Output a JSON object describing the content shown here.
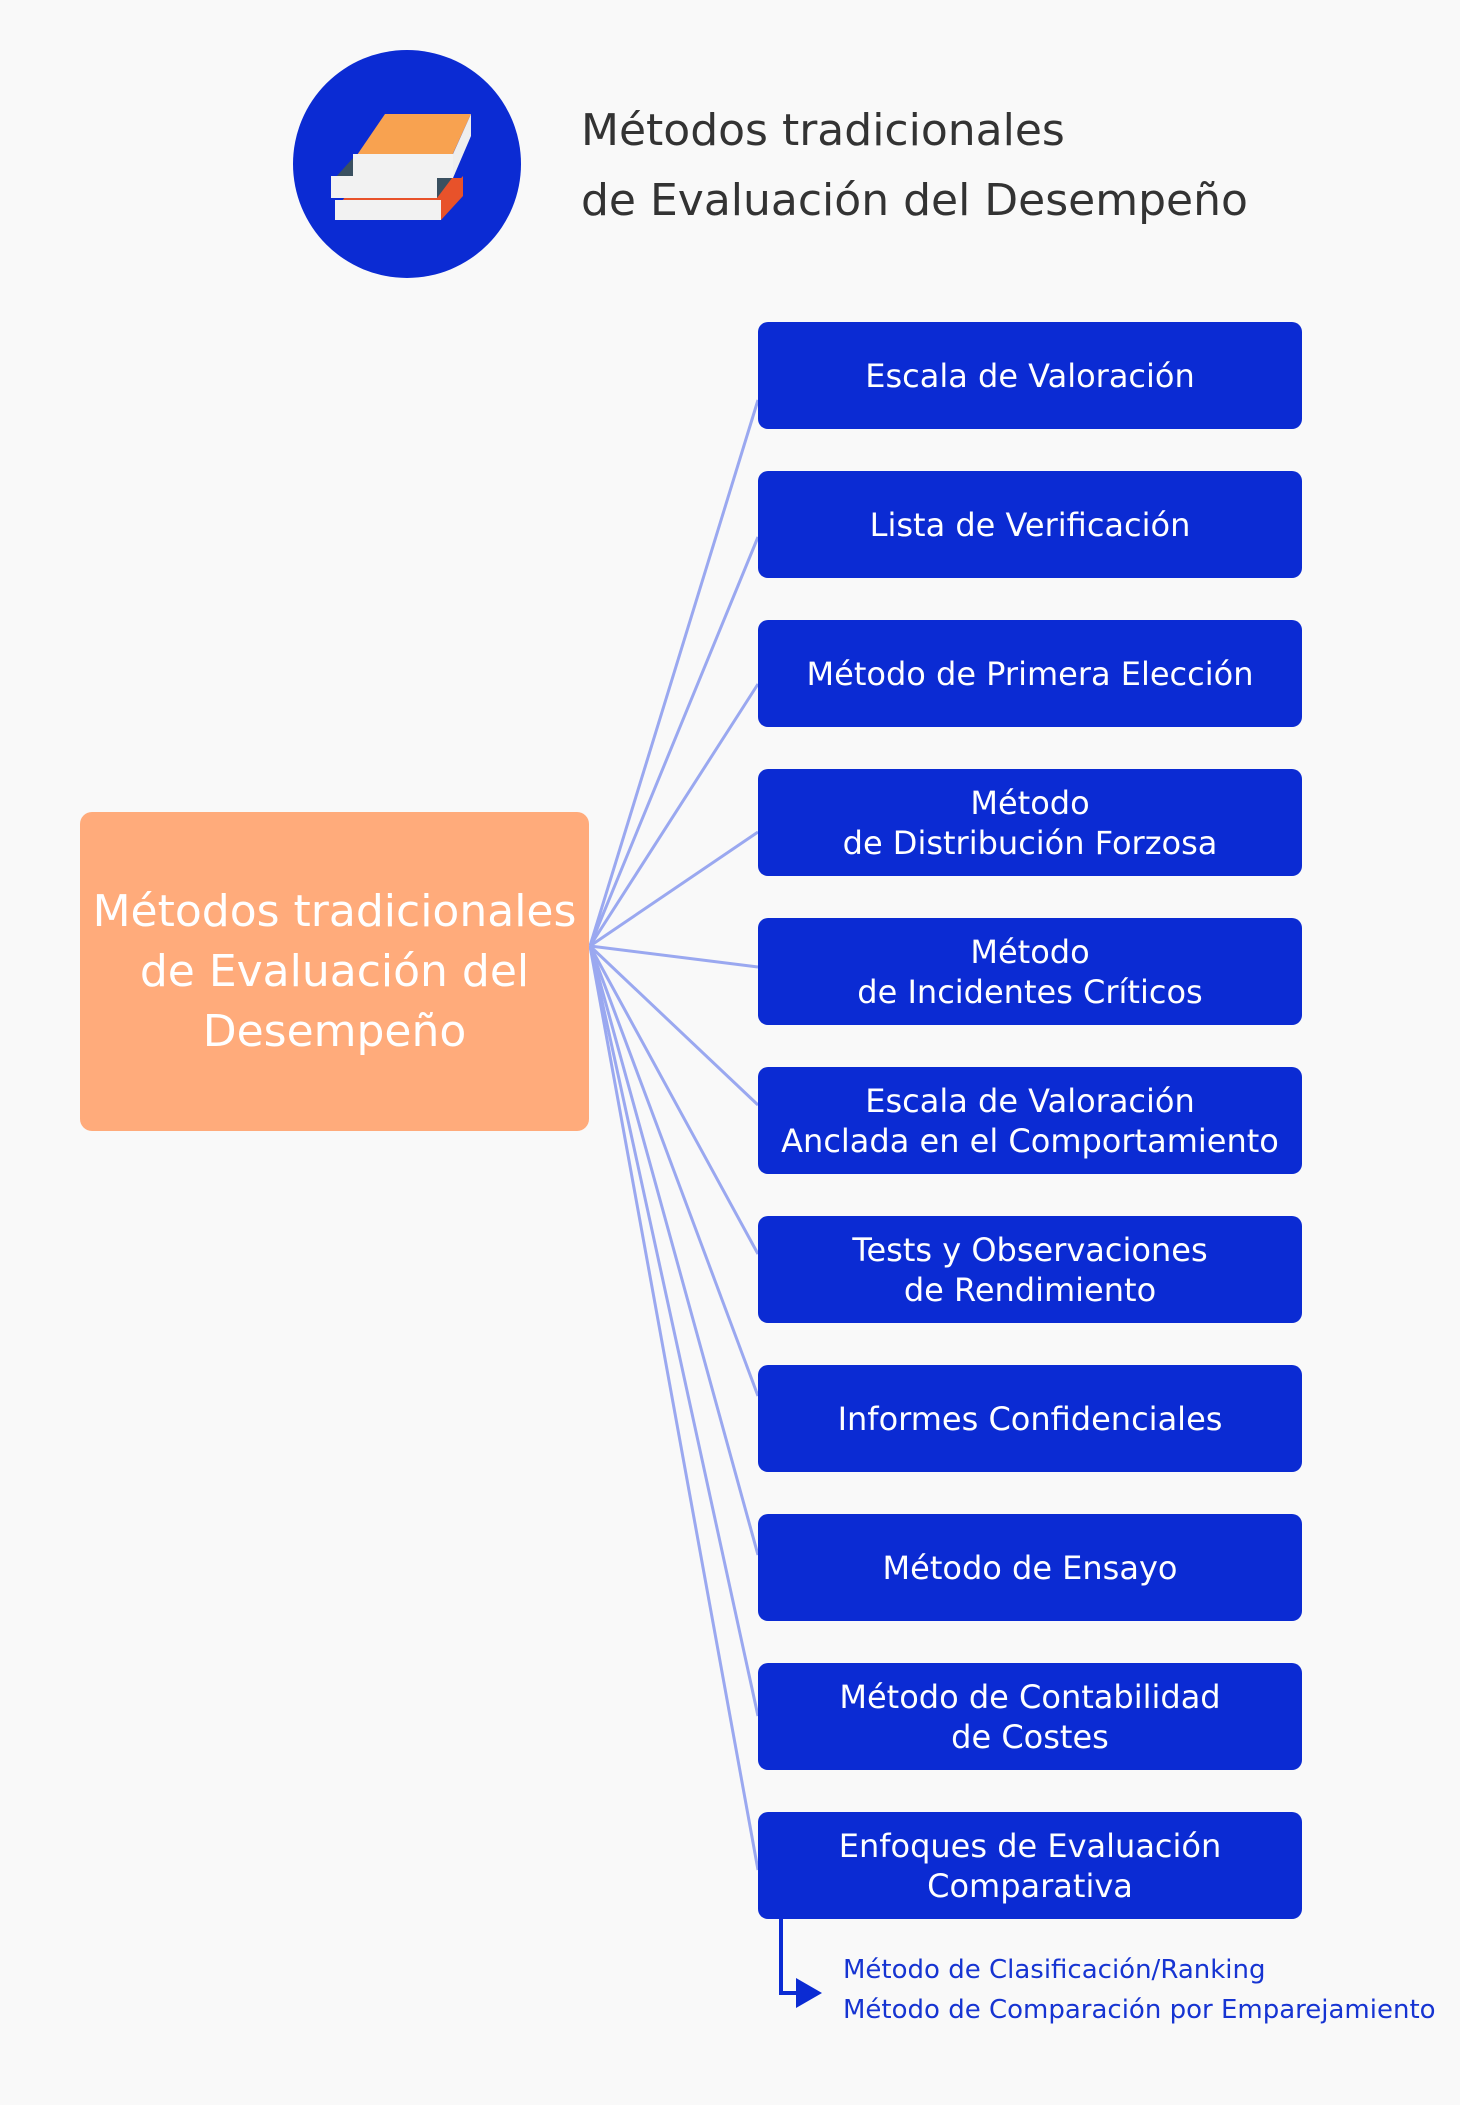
{
  "header": {
    "title_lines": [
      "Métodos tradicionales",
      "de Evaluación del Desempeño"
    ],
    "icon": "books-icon"
  },
  "center": {
    "lines": [
      "Métodos tradicionales",
      "de Evaluación del",
      "Desempeño"
    ]
  },
  "methods": [
    {
      "lines": [
        "Escala de Valoración"
      ]
    },
    {
      "lines": [
        "Lista de Verificación"
      ]
    },
    {
      "lines": [
        "Método de Primera Elección"
      ]
    },
    {
      "lines": [
        "Método",
        "de Distribución Forzosa"
      ]
    },
    {
      "lines": [
        "Método",
        "de Incidentes Críticos"
      ]
    },
    {
      "lines": [
        "Escala de Valoración",
        "Anclada en el Comportamiento"
      ]
    },
    {
      "lines": [
        "Tests y Observaciones",
        "de Rendimiento"
      ]
    },
    {
      "lines": [
        "Informes Confidenciales"
      ]
    },
    {
      "lines": [
        "Método de Ensayo"
      ]
    },
    {
      "lines": [
        "Método de Contabilidad",
        "de Costes"
      ]
    },
    {
      "lines": [
        "Enfoques de Evaluación",
        "Comparativa"
      ]
    }
  ],
  "sub_methods": [
    "Método de Clasificación/Ranking",
    "Método de Comparación por Emparejamiento"
  ],
  "colors": {
    "blue": "#0b2bd3",
    "orange": "#ffab7b",
    "connector": "#9aa8f0"
  }
}
